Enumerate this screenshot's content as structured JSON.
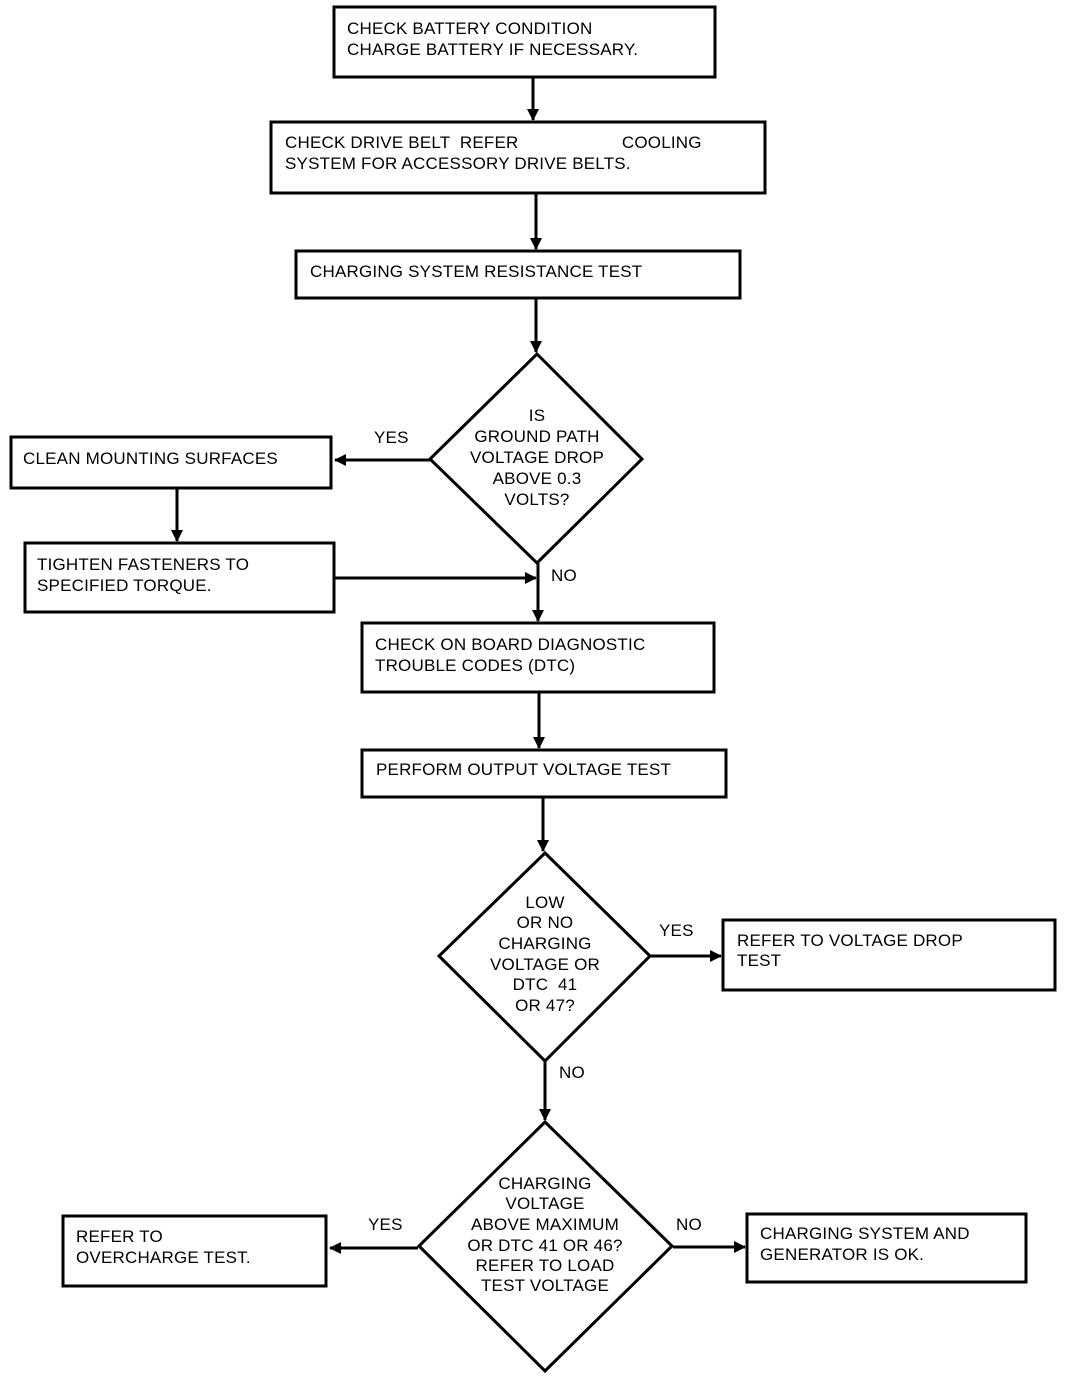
{
  "flowchart": {
    "boxes": {
      "check_battery": [
        "CHECK BATTERY CONDITION",
        "CHARGE BATTERY IF NECESSARY."
      ],
      "check_drive_belt": [
        "CHECK DRIVE BELT  REFER                     COOLING",
        "SYSTEM FOR ACCESSORY DRIVE BELTS."
      ],
      "resistance_test": [
        "CHARGING SYSTEM RESISTANCE TEST"
      ],
      "clean_mounting": [
        "CLEAN MOUNTING SURFACES"
      ],
      "tighten_fasteners": [
        "TIGHTEN FASTENERS TO",
        "SPECIFIED TORQUE."
      ],
      "check_dtc": [
        "CHECK ON BOARD DIAGNOSTIC",
        "TROUBLE CODES (DTC)"
      ],
      "output_voltage_test": [
        "PERFORM OUTPUT VOLTAGE TEST"
      ],
      "voltage_drop_test": [
        "REFER TO VOLTAGE DROP",
        "TEST"
      ],
      "overcharge_test": [
        "REFER TO",
        "OVERCHARGE TEST."
      ],
      "system_ok": [
        "CHARGING SYSTEM AND",
        "GENERATOR IS OK."
      ]
    },
    "decisions": {
      "ground_path": [
        "IS",
        "GROUND PATH",
        "VOLTAGE DROP",
        "ABOVE 0.3",
        "VOLTS?"
      ],
      "low_charging": [
        "LOW",
        "OR NO",
        "CHARGING",
        "VOLTAGE OR",
        "DTC  41",
        "OR 47?"
      ],
      "above_max": [
        "CHARGING",
        "VOLTAGE",
        "ABOVE MAXIMUM",
        "OR DTC 41 OR 46?",
        "REFER TO LOAD",
        "TEST VOLTAGE"
      ]
    },
    "labels": {
      "ground_yes": "YES",
      "ground_no": "NO",
      "low_yes": "YES",
      "low_no": "NO",
      "max_yes": "YES",
      "max_no": "NO"
    }
  }
}
